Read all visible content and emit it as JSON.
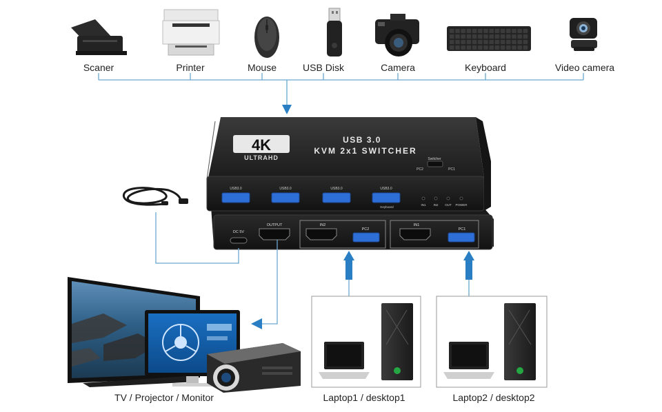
{
  "devices": [
    {
      "name": "scanner",
      "label": "Scaner"
    },
    {
      "name": "printer",
      "label": "Printer"
    },
    {
      "name": "mouse",
      "label": "Mouse"
    },
    {
      "name": "usb-disk",
      "label": "USB Disk"
    },
    {
      "name": "camera",
      "label": "Camera"
    },
    {
      "name": "keyboard",
      "label": "Keyboard"
    },
    {
      "name": "video-camera",
      "label": "Video camera"
    }
  ],
  "switcher": {
    "logo_main": "4K",
    "logo_sub": "ULTRAHD",
    "title_line1": "USB 3.0",
    "title_line2": "KVM 2x1 SWITCHER",
    "switch_label": "Switcher",
    "pc2": "PC2",
    "pc1": "PC1",
    "usb_labels": [
      "USB3.0",
      "USB3.0",
      "USB3.0",
      "USB3.0"
    ],
    "keyboard_tag": "Keyboard",
    "leds": [
      "IN1",
      "IN2",
      "OUT",
      "POWER"
    ],
    "back_dc": "DC 5V",
    "back_output": "OUTPUT",
    "back_in2": "IN2",
    "back_pc2": "PC2",
    "back_in1": "IN1",
    "back_pc1": "PC1"
  },
  "outputs": {
    "display_label": "TV / Projector / Monitor",
    "host1_label": "Laptop1 / desktop1",
    "host2_label": "Laptop2 / desktop2"
  },
  "colors": {
    "line": "#6aa7cf",
    "arrow": "#2a7fc4",
    "usb_blue": "#2d6fd6",
    "device_body": "#2b2b2b"
  }
}
